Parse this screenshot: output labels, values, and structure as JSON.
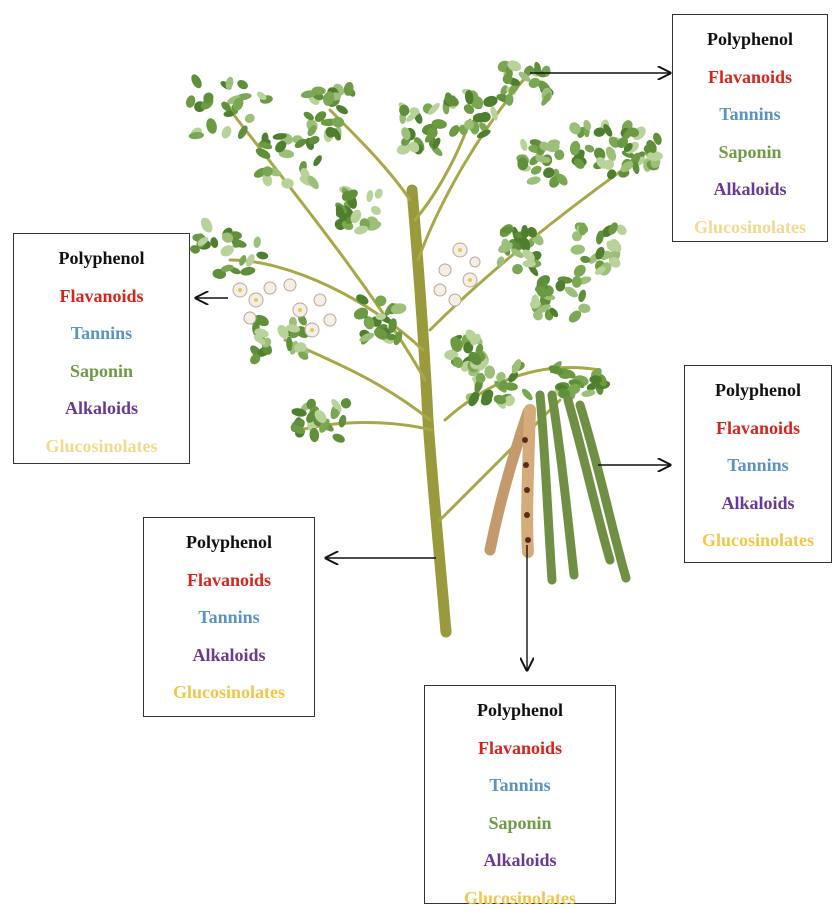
{
  "colors": {
    "polyphenol": "#111111",
    "flavanoids": "#d7251e",
    "tannins": "#5b93c6",
    "saponin": "#6e9b44",
    "alkaloids": "#6a3a93",
    "glucosinolates": "#f2c64a",
    "glucosinolates_light": "#f3d98e"
  },
  "boxes": {
    "leaves": [
      "Polyphenol",
      "Flavanoids",
      "Tannins",
      "Saponin",
      "Alkaloids",
      "Glucosinolates"
    ],
    "flowers": [
      "Polyphenol",
      "Flavanoids",
      "Tannins",
      "Saponin",
      "Alkaloids",
      "Glucosinolates"
    ],
    "pods": [
      "Polyphenol",
      "Flavanoids",
      "Tannins",
      "Alkaloids",
      "Glucosinolates"
    ],
    "stem": [
      "Polyphenol",
      "Flavanoids",
      "Tannins",
      "Alkaloids",
      "Glucosinolates"
    ],
    "seeds": [
      "Polyphenol",
      "Flavanoids",
      "Tannins",
      "Saponin",
      "Alkaloids",
      "Glucosinolates"
    ]
  }
}
